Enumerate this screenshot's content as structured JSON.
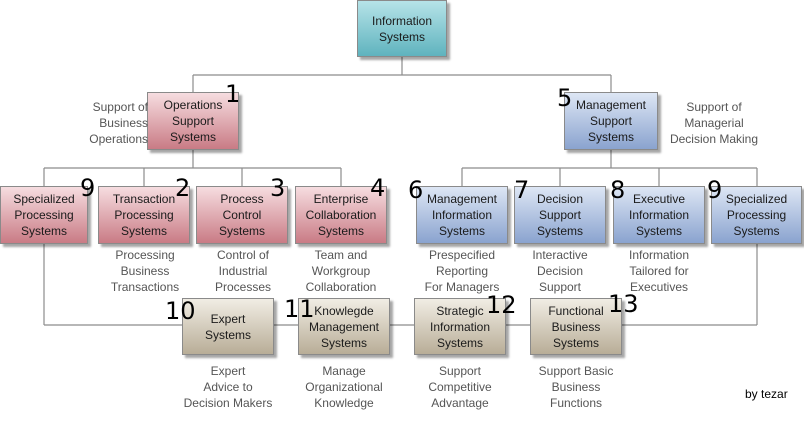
{
  "nodes": {
    "root": "Information\nSystems",
    "ops": "Operations\nSupport\nSystems",
    "mgmt": "Management\nSupport\nSystems",
    "spec_left": "Specialized\nProcessing\nSystems",
    "tps": "Transaction\nProcessing\nSystems",
    "pcs": "Process\nControl\nSystems",
    "ecs": "Enterprise\nCollaboration\nSystems",
    "mis": "Management\nInformation\nSystems",
    "dss": "Decision\nSupport\nSystems",
    "eis": "Executive\nInformation\nSystems",
    "spec_right": "Specialized\nProcessing\nSystems",
    "expert": "Expert\nSystems",
    "kms": "Knowlegde\nManagement\nSystems",
    "sis": "Strategic\nInformation\nSystems",
    "fbs": "Functional\nBusiness\nSystems"
  },
  "descriptions": {
    "ops": "Support of\nBusiness\nOperations",
    "mgmt": "Support of\nManagerial\nDecision Making",
    "tps": "Processing\nBusiness\nTransactions",
    "pcs": "Control of\nIndustrial\nProcesses",
    "ecs": "Team and\nWorkgroup\nCollaboration",
    "mis": "Prespecified\nReporting\nFor Managers",
    "dss": "Interactive\nDecision\nSupport",
    "eis": "Information\nTailored for\nExecutives",
    "expert": "Expert\nAdvice to\nDecision Makers",
    "kms": "Manage\nOrganizational\nKnowledge",
    "sis": "Support\nCompetitive\nAdvantage",
    "fbs": "Support Basic\nBusiness\nFunctions"
  },
  "numbers": {
    "ops": "1",
    "tps": "2",
    "pcs": "3",
    "ecs": "4",
    "mgmt": "5",
    "mis": "6",
    "dss": "7",
    "eis": "8",
    "spec_left": "9",
    "spec_right": "9",
    "expert": "10",
    "kms": "11",
    "sis": "12",
    "fbs": "13"
  },
  "credit": "by tezar",
  "colors": {
    "root": "#5fb3be",
    "operations": "#c97b85",
    "management": "#8aa3cf",
    "cross_functional": "#b8ad97",
    "connector": "#8c8c8c"
  }
}
